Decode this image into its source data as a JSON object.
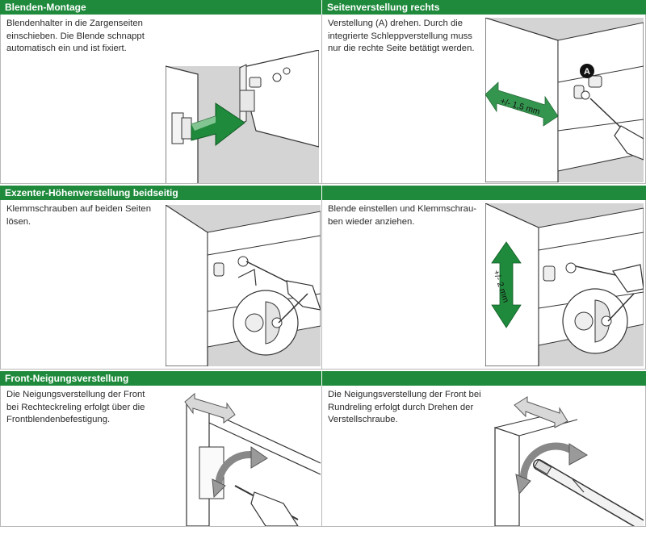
{
  "colors": {
    "header_bg": "#1f8a3c",
    "arrow_green": "#1f8a3c",
    "floor_gray": "#d4d4d4",
    "line": "#333333"
  },
  "sections": [
    {
      "title": "Blenden-Montage",
      "text": "Blendenhalter in die Zargenseiten\neinschieben. Die Blende schnappt\nautomatisch ein und ist fixiert."
    },
    {
      "title": "Seitenverstellung rechts",
      "text": "Verstellung (A) drehen. Durch die\nintegrierte Schleppverstellung muss\nnur die rechte Seite betätigt werden.",
      "callout": "A",
      "dimension": "+/- 1,5 mm"
    },
    {
      "title": "Exzenter-Höhenverstellung beidseitig",
      "text": "Klemmschrauben auf beiden Seiten\nlösen."
    },
    {
      "title": "",
      "text": "Blende einstellen und Klemmschrau-\nben wieder anziehen.",
      "dimension": "+/- 2 mm"
    },
    {
      "title": "Front-Neigungsverstellung",
      "text": "Die Neigungsverstellung der Front\nbei Rechteckreling erfolgt über die\nFrontblendenbefestigung."
    },
    {
      "title": "",
      "text": "Die Neigungsverstellung der Front bei\nRundreling erfolgt durch Drehen der\nVerstellschraube."
    }
  ]
}
